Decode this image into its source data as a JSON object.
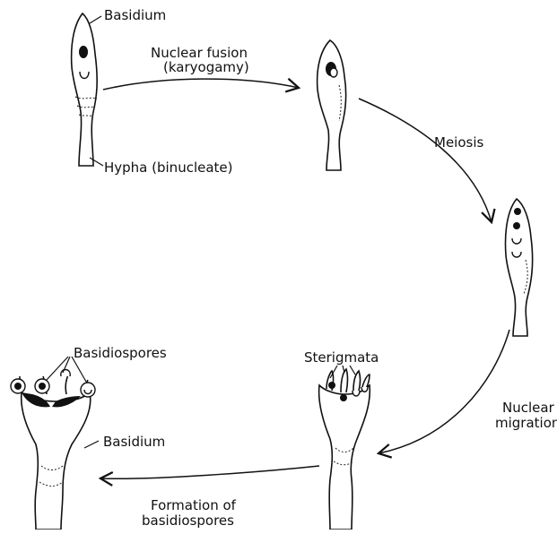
{
  "labels": {
    "basidium_top": "Basidium",
    "nuclear_fusion_line1": "Nuclear fusion",
    "nuclear_fusion_line2": "(karyogamy)",
    "hypha": "Hypha (binucleate)",
    "meiosis": "Meiosis",
    "nuclear_migration_line1": "Nuclear",
    "nuclear_migration_line2": "migration",
    "sterigmata": "Sterigmata",
    "basidiospores": "Basidiospores",
    "basidium_bottom": "Basidium",
    "formation_line1": "Formation of",
    "formation_line2": "basidiospores"
  }
}
